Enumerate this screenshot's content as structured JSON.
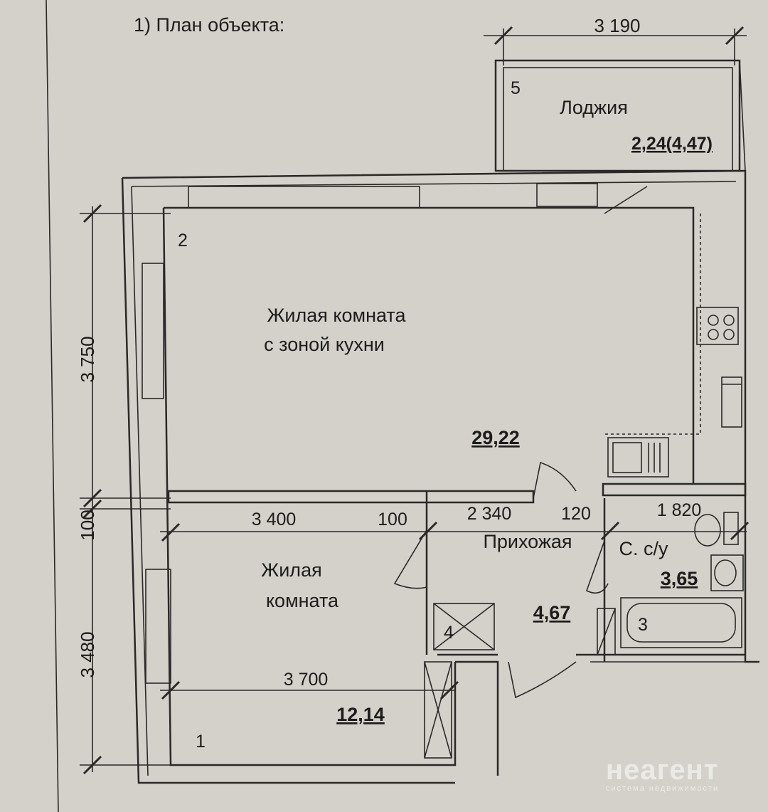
{
  "header": {
    "title": "1) План объекта:"
  },
  "dimensions": {
    "loggia_width": "3 190",
    "left_top": "3 750",
    "left_mid": "100",
    "left_bottom": "3 480",
    "room1_top": "3 400",
    "wall1": "100",
    "hall": "2 340",
    "wall2": "120",
    "bath": "1 820",
    "room1_bottom": "3 700"
  },
  "rooms": [
    {
      "number": "1",
      "name_line1": "Жилая",
      "name_line2": "комната",
      "area": "12,14"
    },
    {
      "number": "2",
      "name_line1": "Жилая комната",
      "name_line2": "с зоной кухни",
      "area": "29,22"
    },
    {
      "number": "3",
      "name_line1": "С. с/у",
      "area": "3,65"
    },
    {
      "number": "4"
    },
    {
      "number": "5",
      "name_line1": "Лоджия",
      "area": "2,24(4,47)"
    },
    {
      "name_line1": "Прихожая",
      "area": "4,67"
    }
  ],
  "watermark": {
    "brand": "неагент",
    "tagline": "система недвижимости"
  }
}
